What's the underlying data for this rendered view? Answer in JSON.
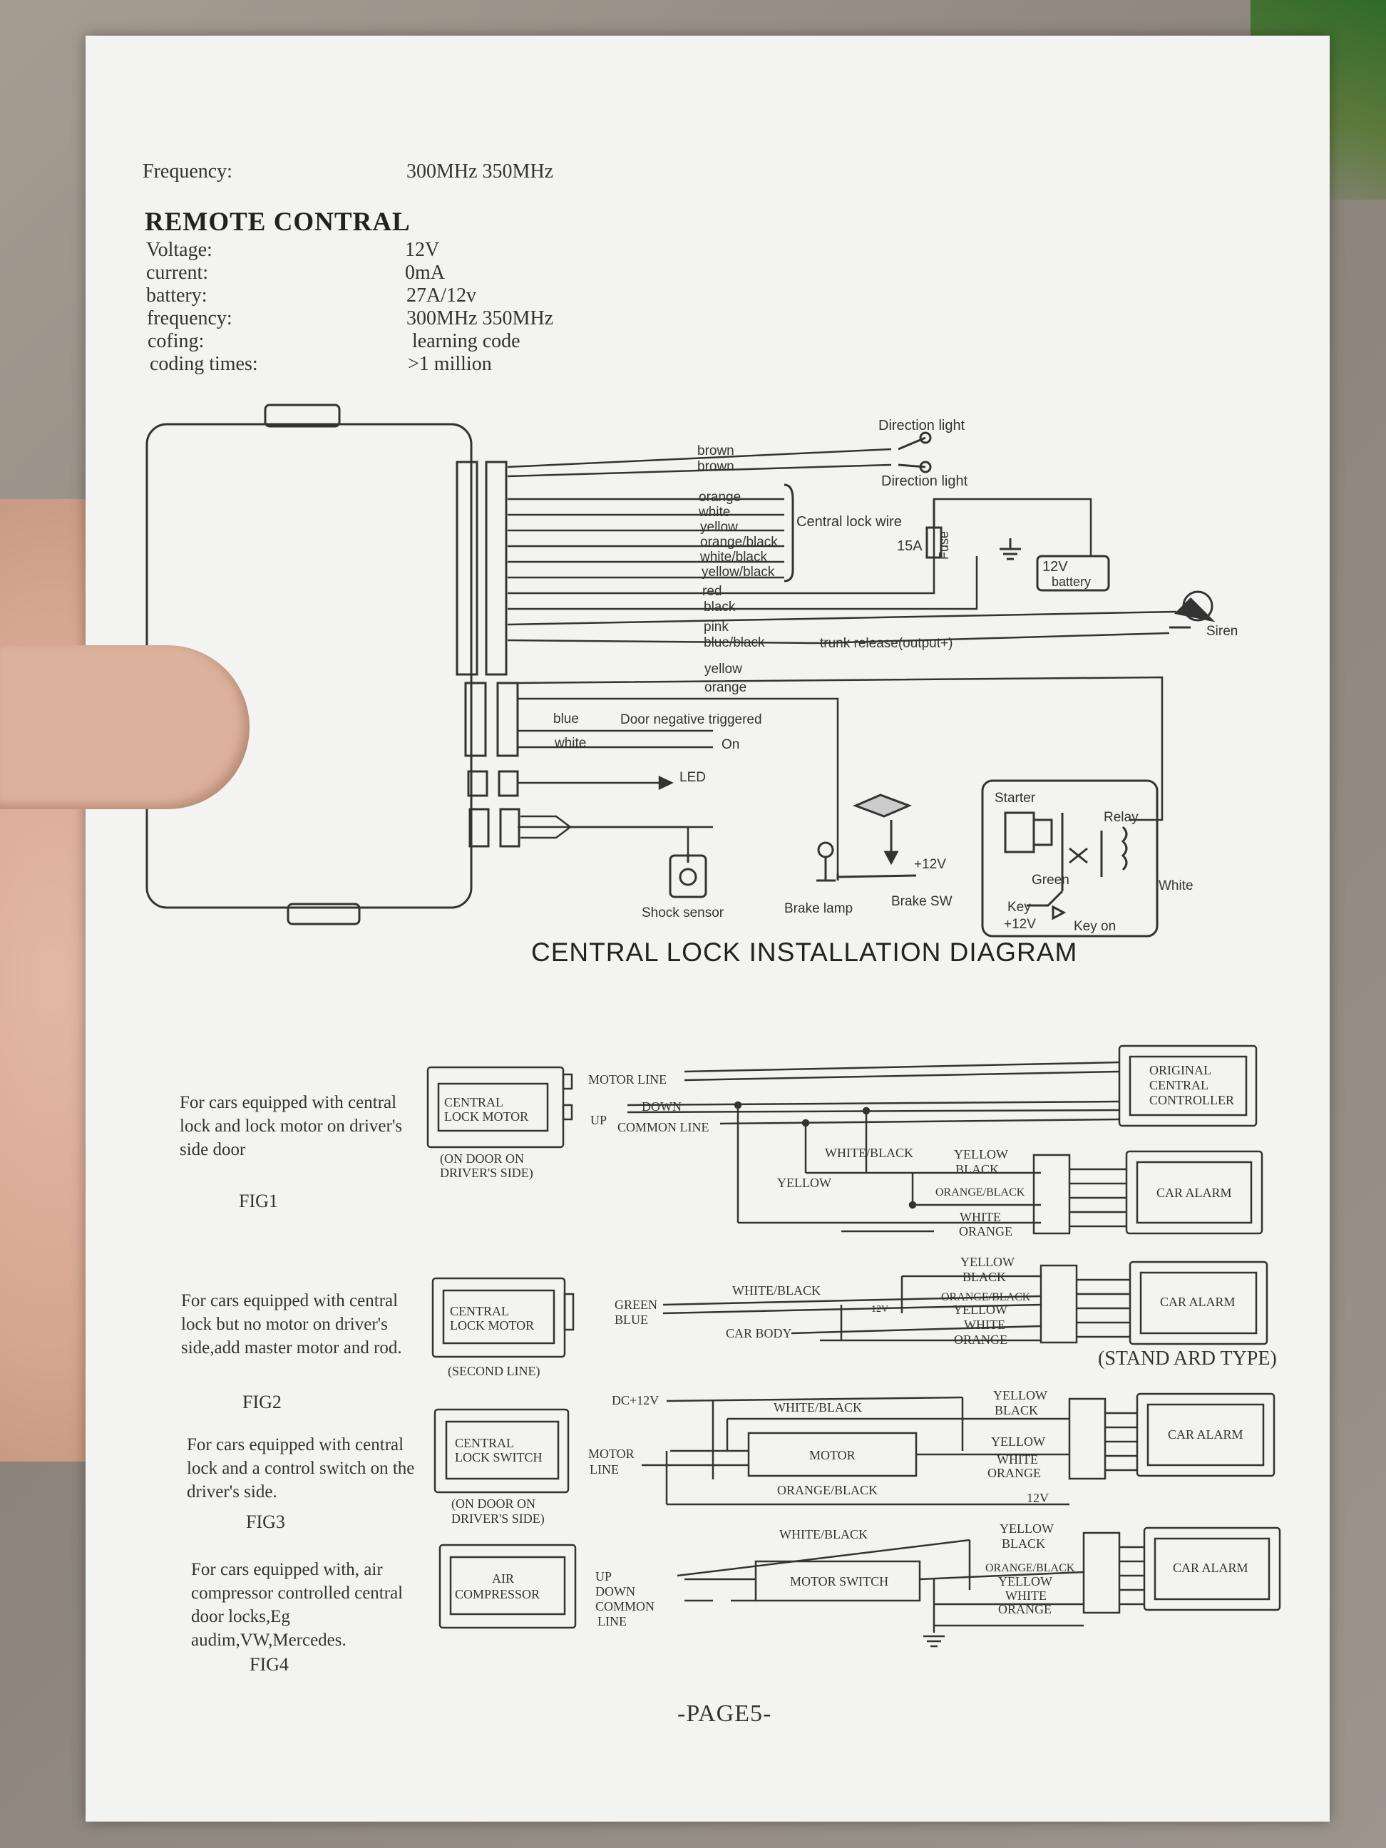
{
  "header": {
    "frequency_label": "Frequency:",
    "frequency_value": "300MHz   350MHz"
  },
  "remote": {
    "title": "REMOTE CONTRAL",
    "specs": [
      {
        "label": "Voltage:",
        "value": "12V"
      },
      {
        "label": "current:",
        "value": "0mA"
      },
      {
        "label": "battery:",
        "value": "27A/12v"
      },
      {
        "label": "frequency:",
        "value": "300MHz   350MHz"
      },
      {
        "label": "cofing:",
        "value": "learning code"
      },
      {
        "label": "coding times:",
        "value": ">1 million"
      }
    ]
  },
  "wiring": {
    "direction_light_top": "Direction light",
    "direction_light_bottom": "Direction light",
    "brown1": "brown",
    "brown2": "brown",
    "orange": "orange",
    "white": "white",
    "yellow": "yellow",
    "orange_black": "orange/black",
    "white_black": "white/black",
    "yellow_black": "yellow/black",
    "central_lock_wire": "Central lock wire",
    "fuse_15a": "15A",
    "fuse": "Fuse",
    "battery_12v": "12V",
    "battery": "battery",
    "red": "red",
    "black": "black",
    "pink": "pink",
    "blue_black": "blue/black",
    "trunk_release": "trunk release(output+)",
    "siren": "Siren",
    "yellow2": "yellow",
    "orange2": "orange",
    "blue": "blue",
    "door_negative": "Door negative triggered",
    "white2": "white",
    "on": "On",
    "led": "LED",
    "shock_sensor": "Shock sensor",
    "brake_lamp": "Brake lamp",
    "plus12v": "+12V",
    "brake_sw": "Brake SW",
    "starter": "Starter",
    "relay": "Relay",
    "green": "Green",
    "white_relay": "White",
    "key": "Key",
    "key_12v": "+12V",
    "key_on": "Key on"
  },
  "diagram_title": "CENTRAL LOCK INSTALLATION DIAGRAM",
  "figures": [
    {
      "desc": "For cars equipped with central lock and lock motor on driver's side door",
      "label": "FIG1",
      "box": [
        "CENTRAL",
        "LOCK MOTOR"
      ],
      "box_note": [
        "(ON DOOR ON",
        "DRIVER'S SIDE)"
      ],
      "motor_line": "MOTOR LINE",
      "up": "UP",
      "down": "DOWN",
      "common_line": "COMMON LINE",
      "original": [
        "ORIGINAL",
        "CENTRAL",
        "CONTROLLER"
      ],
      "white_black": "WHITE/BLACK",
      "yellow_left": "YELLOW",
      "wires": [
        "YELLOW",
        "BLACK",
        "ORANGE/BLACK",
        "WHITE",
        "ORANGE"
      ],
      "alarm": "CAR ALARM"
    },
    {
      "desc": "For cars equipped with central lock but no motor on driver's side,add master motor and rod.",
      "label": "FIG2",
      "box": [
        "CENTRAL",
        "LOCK MOTOR"
      ],
      "box_note": [
        "(SECOND LINE)"
      ],
      "green": "GREEN",
      "blue": "BLUE",
      "white_black": "WHITE/BLACK",
      "car_body": "CAR BODY",
      "v12": "12V",
      "wires": [
        "YELLOW",
        "BLACK",
        "ORANGE/BLACK",
        "YELLOW",
        "WHITE",
        "ORANGE"
      ],
      "alarm": "CAR ALARM",
      "standard": "(STAND ARD TYPE)"
    },
    {
      "desc": "For cars equipped with central lock and a control switch on the driver's side.",
      "label": "FIG3",
      "box": [
        "CENTRAL",
        "LOCK SWITCH"
      ],
      "box_note": [
        "(ON DOOR ON",
        "DRIVER'S SIDE)"
      ],
      "dc12v": "DC+12V",
      "motor": "MOTOR",
      "line": "LINE",
      "white_black": "WHITE/BLACK",
      "motor_box": "MOTOR",
      "orange_black": "ORANGE/BLACK",
      "wires": [
        "YELLOW",
        "BLACK",
        "YELLOW",
        "WHITE",
        "ORANGE"
      ],
      "alarm": "CAR ALARM"
    },
    {
      "desc": "For cars equipped with, air compressor controlled central door locks,Eg audim,VW,Mercedes.",
      "label": "FIG4",
      "box": [
        "AIR",
        "COMPRESSOR"
      ],
      "up": "UP",
      "down": "DOWN",
      "common": "COMMON",
      "line": "LINE",
      "white_black": "WHITE/BLACK",
      "motor_switch": "MOTOR SWITCH",
      "v12": "12V",
      "wires": [
        "YELLOW",
        "BLACK",
        "ORANGE/BLACK",
        "YELLOW",
        "WHITE",
        "ORANGE"
      ],
      "alarm": "CAR ALARM"
    }
  ],
  "page_number": "-PAGE5-"
}
